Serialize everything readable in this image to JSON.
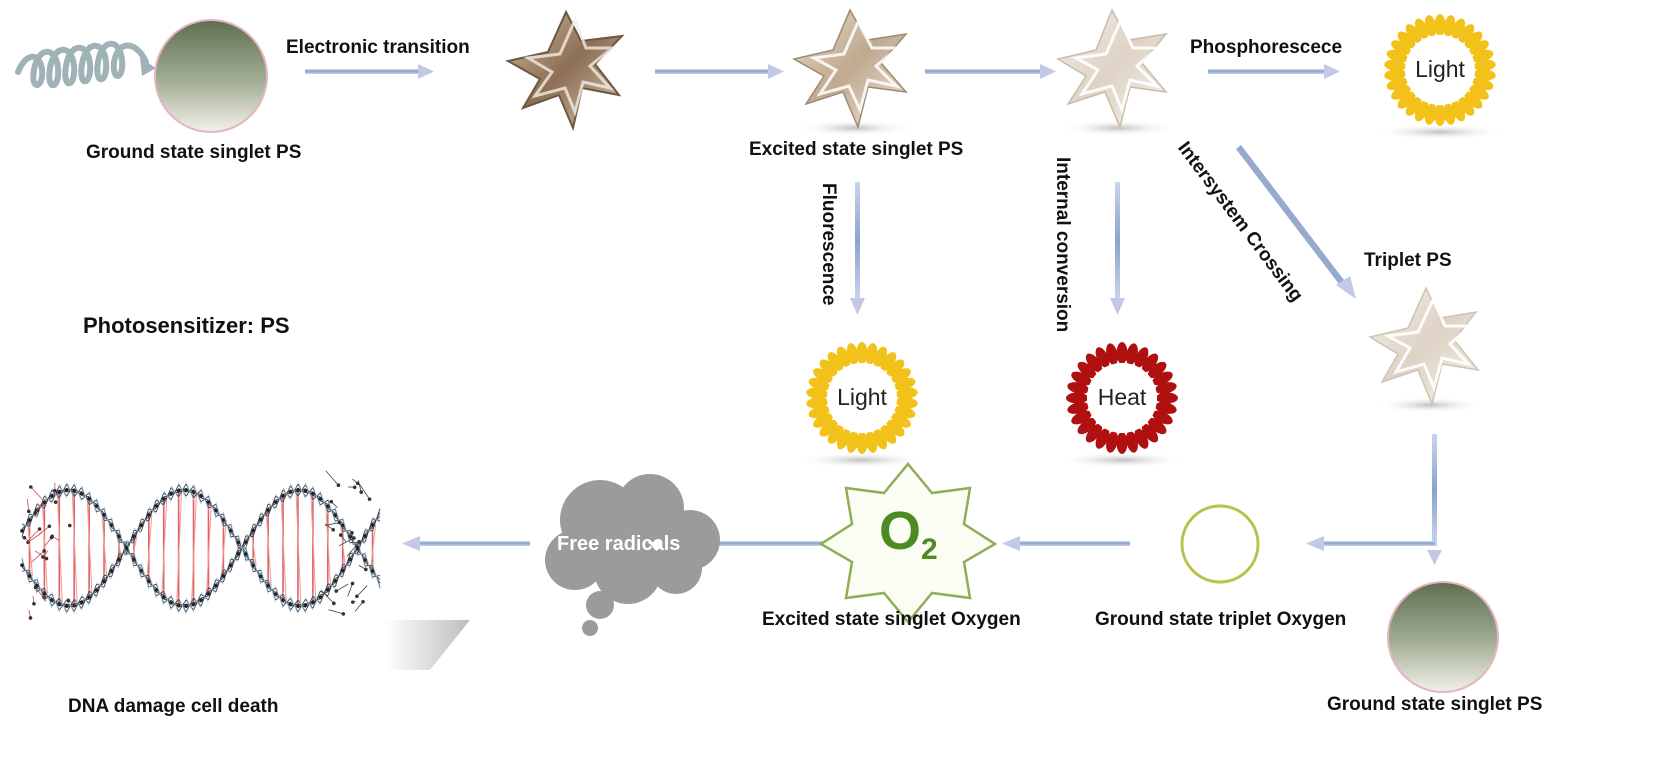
{
  "labels": {
    "ground_singlet_top": "Ground state singlet PS",
    "electronic_transition": "Electronic transition",
    "excited_singlet": "Excited state singlet PS",
    "phosphorescence": "Phosphorescece",
    "fluorescence": "Fluorescence",
    "internal_conversion": "Internal conversion",
    "intersystem_crossing": "Intersystem Crossing",
    "triplet_ps": "Triplet PS",
    "photosensitizer": "Photosensitizer: PS",
    "excited_singlet_oxygen": "Excited state singlet Oxygen",
    "ground_triplet_oxygen": "Ground state triplet Oxygen",
    "ground_singlet_bottom": "Ground state singlet PS",
    "dna_damage": "DNA damage cell death"
  },
  "icons": {
    "light_top": "Light",
    "light_mid": "Light",
    "heat": "Heat",
    "oxygen_symbol": "O",
    "oxygen_subscript": "2",
    "free_radicals": "Free radicals"
  },
  "colors": {
    "arrow": "#9aaed0",
    "light_petal": "#f3c21a",
    "heat_petal": "#b01010",
    "oxygen_green": "#4d8a22",
    "cloud_gray": "#9a9a9a"
  }
}
